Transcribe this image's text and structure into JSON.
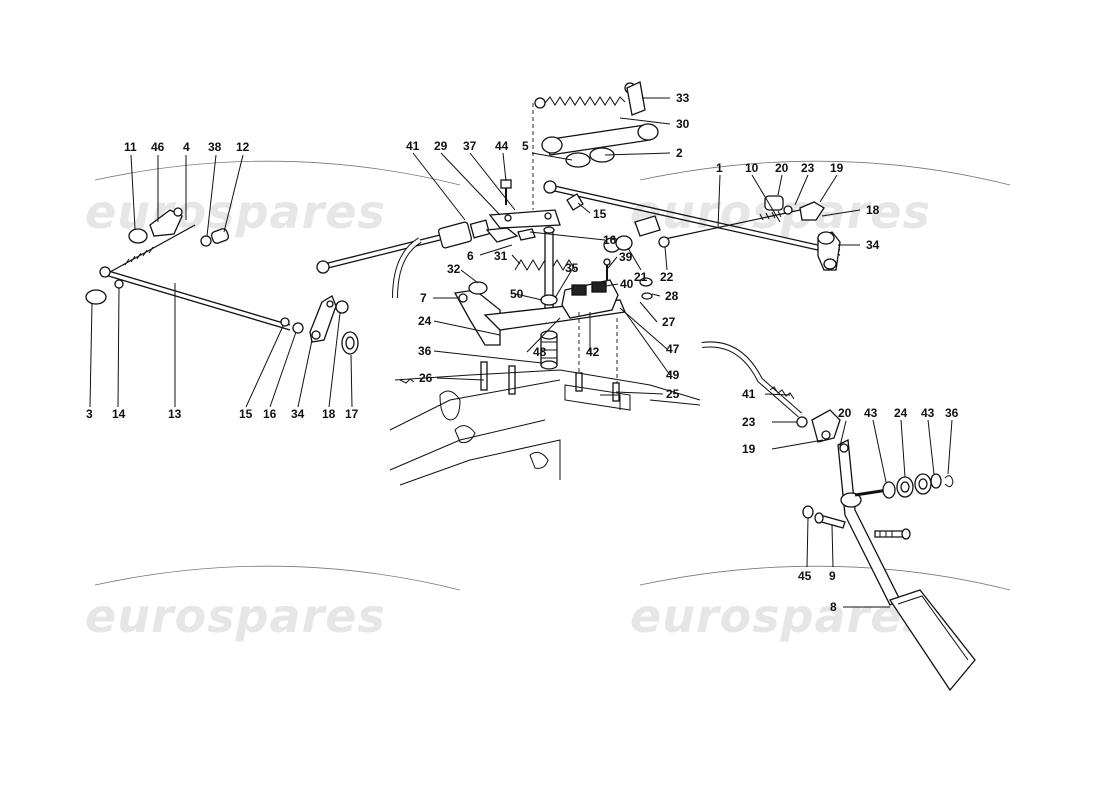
{
  "watermark": {
    "text": "eurospares"
  },
  "callouts": {
    "c3": "3",
    "c14": "14",
    "c13": "13",
    "c15a": "15",
    "c16a": "16",
    "c34a": "34",
    "c18a": "18",
    "c17": "17",
    "c11": "11",
    "c46": "46",
    "c4": "4",
    "c38": "38",
    "c12": "12",
    "c41a": "41",
    "c29": "29",
    "c37": "37",
    "c44": "44",
    "c5": "5",
    "c15b": "15",
    "c16b": "16",
    "c33": "33",
    "c30": "30",
    "c2": "2",
    "c1": "1",
    "c10": "10",
    "c20a": "20",
    "c23a": "23",
    "c19a": "19",
    "c18b": "18",
    "c34b": "34",
    "c21": "21",
    "c22": "22",
    "c6": "6",
    "c31": "31",
    "c35": "35",
    "c39": "39",
    "c32": "32",
    "c40": "40",
    "c28": "28",
    "c7": "7",
    "c50": "50",
    "c27": "27",
    "c24a": "24",
    "c48": "48",
    "c42": "42",
    "c47": "47",
    "c36a": "36",
    "c49": "49",
    "c26": "26",
    "c25": "25",
    "c41b": "41",
    "c23b": "23",
    "c20b": "20",
    "c19b": "19",
    "c43a": "43",
    "c24b": "24",
    "c43b": "43",
    "c36b": "36",
    "c45": "45",
    "c9": "9",
    "c8": "8"
  },
  "colors": {
    "ink": "#111111",
    "watermark": "#e6e6e6",
    "background": "#ffffff"
  }
}
